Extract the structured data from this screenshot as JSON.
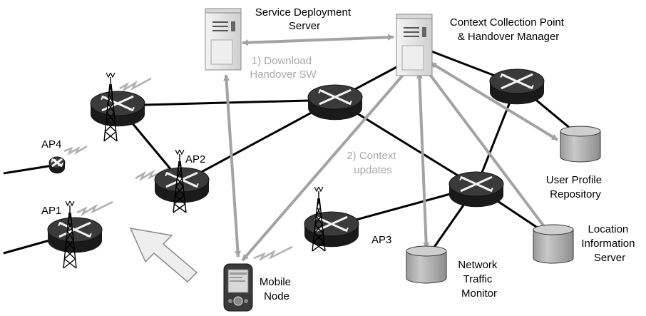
{
  "labels": {
    "service_deployment_server": [
      "Service Deployment",
      "Server"
    ],
    "context_collection_point": [
      "Context Collection Point",
      "& Handover Manager"
    ],
    "download_step": [
      "1) Download",
      "Handover SW"
    ],
    "context_step": [
      "2) Context",
      "updates"
    ],
    "user_profile_repository": [
      "User Profile",
      "Repository"
    ],
    "location_information_server": [
      "Location",
      "Information",
      "Server"
    ],
    "network_traffic_monitor": [
      "Network",
      "Traffic",
      "Monitor"
    ],
    "mobile_node": [
      "Mobile",
      "Node"
    ],
    "ap1": "AP1",
    "ap2": "AP2",
    "ap3": "AP3",
    "ap4": "AP4"
  },
  "colors": {
    "link": "#000000",
    "signalling_arrow": "#a3a3a3",
    "label_grey": "#a8a8a8",
    "router_body": "#2a2a2a",
    "database": "#b5b5b5",
    "server": "#e6e6e6"
  },
  "icons": [
    "router-icon",
    "antenna-tower-icon",
    "server-icon",
    "database-icon",
    "pda-icon",
    "wireless-signal-icon",
    "movement-arrow-icon"
  ]
}
